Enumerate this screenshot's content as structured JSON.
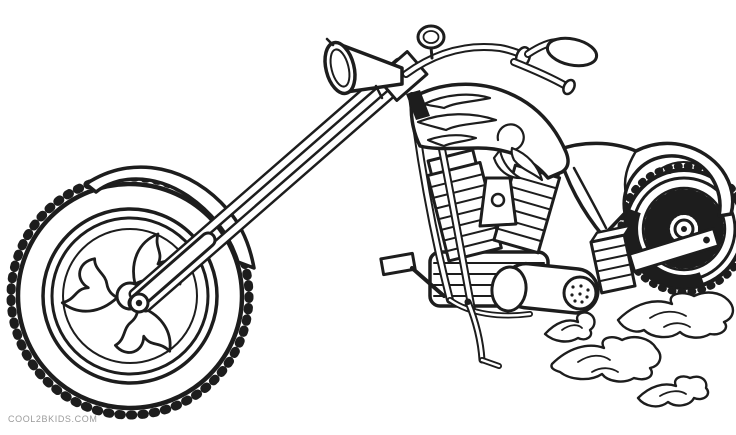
{
  "meta": {
    "background_color": "#ffffff",
    "line_color": "#1d1d1d",
    "description": "Black-and-white coloring page line art of a chopper motorcycle with flame decals and flames on the ground"
  },
  "watermark": {
    "text": "COOL2BKIDS.COM",
    "color": "#9b9b9b"
  },
  "illustration": {
    "subject": "chopper-motorcycle-coloring-page",
    "parts": [
      "front wheel with flame-style spokes",
      "front fender",
      "long raked fork",
      "cone headlight",
      "handlebars with grip and mirror",
      "fuel tank with flame decals",
      "v-twin engine with cooling fins",
      "exhaust muffler with dotted end cap",
      "finned exhaust tip",
      "foot peg",
      "kickstand",
      "seat and rear fender with flame decal",
      "rear wheel with wire spokes",
      "swingarm",
      "ground flames"
    ]
  }
}
